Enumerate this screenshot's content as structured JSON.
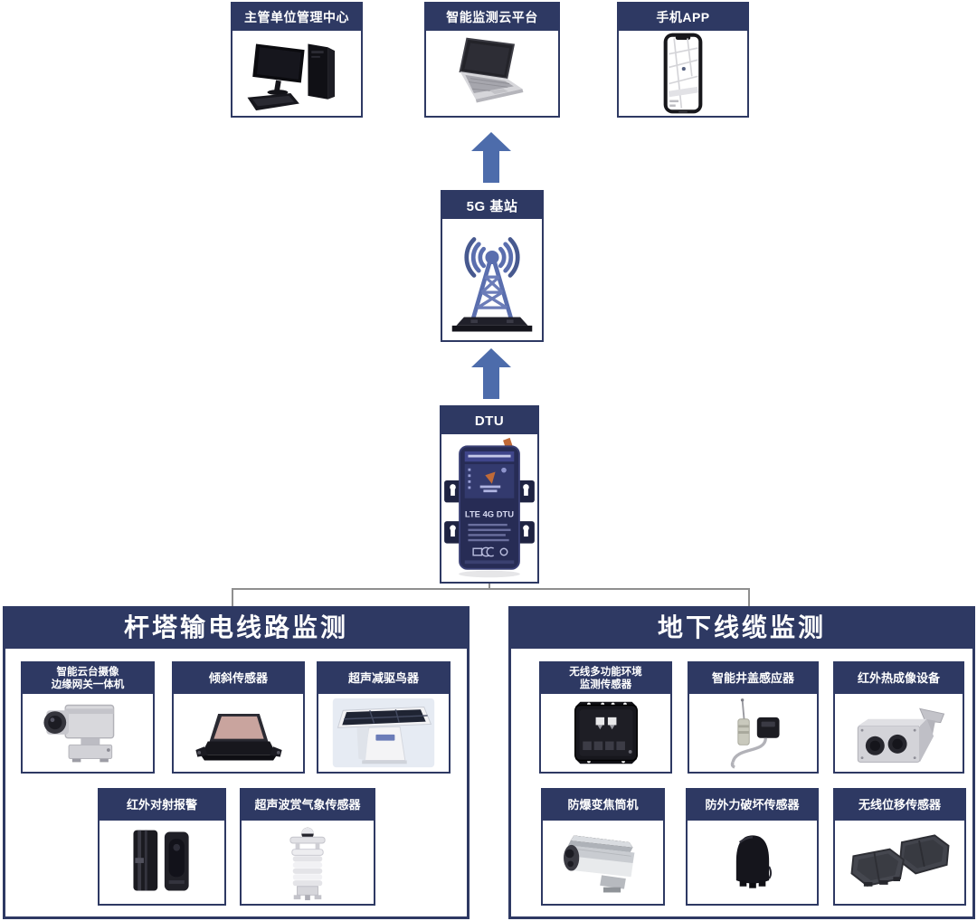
{
  "colors": {
    "navy": "#2e3963",
    "arrow_blue": "#4d6cab",
    "tower_blue": "#5a6eae",
    "connector_gray": "#8f8f8f"
  },
  "top_row": [
    {
      "label": "主管单位管理中心",
      "icon": "desktop-computer-icon"
    },
    {
      "label": "智能监测云平台",
      "icon": "laptop-icon"
    },
    {
      "label": "手机APP",
      "icon": "smartphone-icon"
    }
  ],
  "backbone": {
    "base_station": {
      "label": "5G 基站",
      "icon": "signal-tower-icon"
    },
    "dtu": {
      "label": "DTU",
      "device_text": "LTE 4G DTU",
      "icon": "dtu-device-icon"
    }
  },
  "sections": [
    {
      "title": "杆塔输电线路监测",
      "cards": [
        {
          "label": "智能云台摄像\n边缘网关一体机",
          "icon": "ptz-camera-icon"
        },
        {
          "label": "倾斜传感器",
          "icon": "tilt-sensor-icon"
        },
        {
          "label": "超声减驱鸟器",
          "icon": "bird-repeller-icon"
        },
        {
          "label": "红外对射报警",
          "icon": "infrared-beam-icon"
        },
        {
          "label": "超声波赏气象传感器",
          "icon": "weather-sensor-icon"
        }
      ]
    },
    {
      "title": "地下线缆监测",
      "cards": [
        {
          "label": "无线多功能环境\n监测传感器",
          "icon": "environment-sensor-icon"
        },
        {
          "label": "智能井盖感应器",
          "icon": "manhole-sensor-icon"
        },
        {
          "label": "红外热成像设备",
          "icon": "thermal-camera-icon"
        },
        {
          "label": "防爆变焦筒机",
          "icon": "explosion-proof-camera-icon"
        },
        {
          "label": "防外力破坏传感器",
          "icon": "anti-damage-sensor-icon"
        },
        {
          "label": "无线位移传感器",
          "icon": "displacement-sensor-icon"
        }
      ]
    }
  ]
}
